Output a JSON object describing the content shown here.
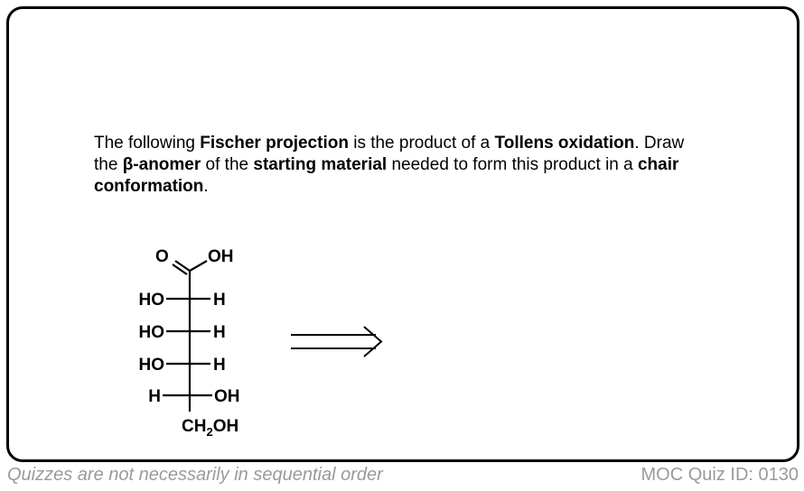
{
  "question": {
    "parts": [
      {
        "text": "The following ",
        "bold": false
      },
      {
        "text": "Fischer projection",
        "bold": true
      },
      {
        "text": " is the product of a ",
        "bold": false
      },
      {
        "text": "Tollens oxidation",
        "bold": true
      },
      {
        "text": ".  Draw the ",
        "bold": false
      },
      {
        "text": "β-anomer",
        "bold": true
      },
      {
        "text": " of the ",
        "bold": false
      },
      {
        "text": "starting material",
        "bold": true
      },
      {
        "text": " needed to form this product in a ",
        "bold": false
      },
      {
        "text": "chair conformation",
        "bold": true
      },
      {
        "text": ".",
        "bold": false
      }
    ]
  },
  "structure": {
    "carbonyl_o": "O",
    "acid_oh": "OH",
    "rows": [
      {
        "left": "HO",
        "right": "H"
      },
      {
        "left": "HO",
        "right": "H"
      },
      {
        "left": "HO",
        "right": "H"
      },
      {
        "left": "H",
        "right": "OH"
      }
    ],
    "bottom_ch": "CH",
    "bottom_sub": "2",
    "bottom_oh": "OH"
  },
  "footer": {
    "disclaimer": "Quizzes are not necessarily in sequential order",
    "quiz_id": "MOC Quiz ID: 0130"
  }
}
